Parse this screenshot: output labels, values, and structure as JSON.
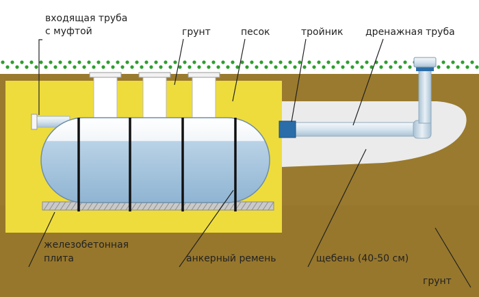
{
  "labels": {
    "inlet_pipe_line1": "входящая труба",
    "inlet_pipe_line2": "с муфтой",
    "soil_top": "грунт",
    "sand": "песок",
    "tee": "тройник",
    "drain_pipe": "дренажная труба",
    "concrete_slab_line1": "железобетонная",
    "concrete_slab_line2": "плита",
    "anchor_strap": "анкерный ремень",
    "gravel": "щебень (40-50 см)",
    "soil_bottom": "грунт"
  },
  "colors": {
    "soil": "#9a7a2e",
    "sand": "#eedc3c",
    "gravel": "#ebebeb",
    "water": "#a9c7e0",
    "tank_top": "#ffffff",
    "pipe": "#dbe7f0",
    "tee": "#2b6da8",
    "grass_dots": "#2f9e2f"
  }
}
